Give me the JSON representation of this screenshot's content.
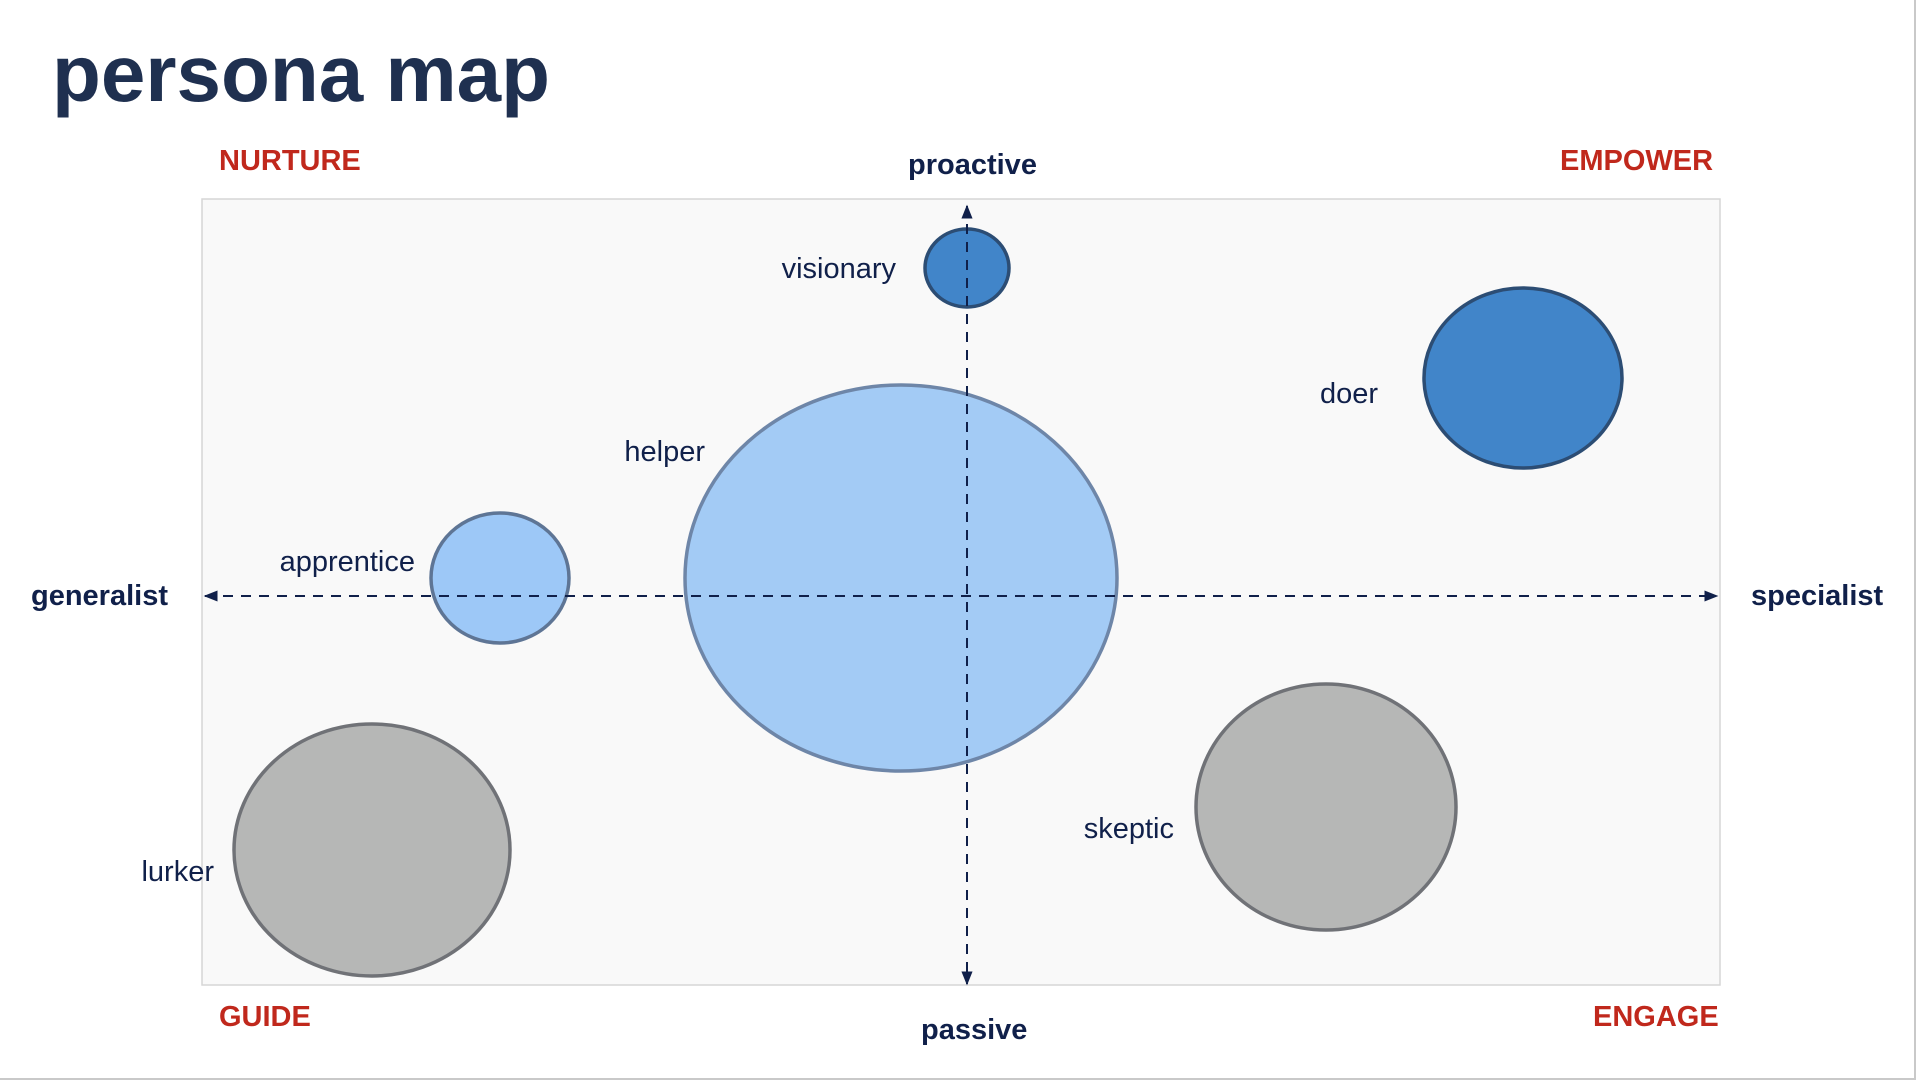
{
  "title": "persona map",
  "quadrants": {
    "top_left": "NURTURE",
    "top_right": "EMPOWER",
    "bottom_left": "GUIDE",
    "bottom_right": "ENGAGE"
  },
  "axes": {
    "top": "proactive",
    "bottom": "passive",
    "left": "generalist",
    "right": "specialist"
  },
  "personas": [
    {
      "name": "visionary",
      "tone": "dark-blue"
    },
    {
      "name": "doer",
      "tone": "dark-blue"
    },
    {
      "name": "helper",
      "tone": "light-blue"
    },
    {
      "name": "apprentice",
      "tone": "light-blue"
    },
    {
      "name": "lurker",
      "tone": "gray"
    },
    {
      "name": "skeptic",
      "tone": "gray"
    }
  ],
  "colors": {
    "title": "#1f3050",
    "quadrant_label": "#c0281c",
    "axis_label": "#10204a",
    "plot_bg": "#f9f9f9",
    "dark_blue_fill": "#4185c9",
    "light_blue_fill": "#a3cbf5",
    "gray_fill": "#b6b7b6"
  }
}
